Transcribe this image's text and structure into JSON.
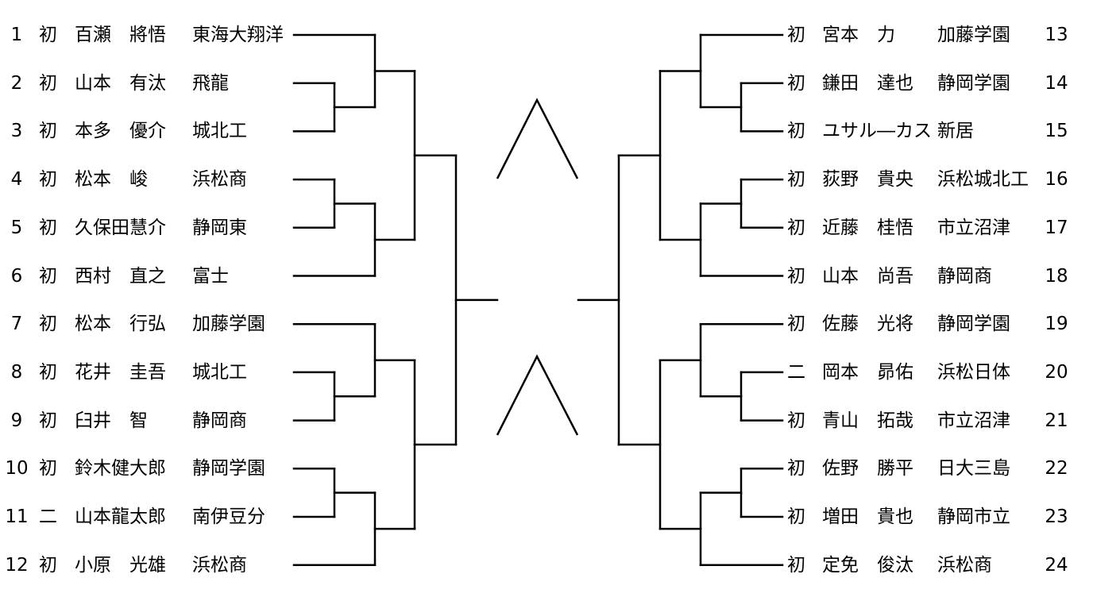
{
  "left": [
    {
      "no": "1",
      "rank": "初",
      "name": "百瀬　將悟",
      "school": "東海大翔洋"
    },
    {
      "no": "2",
      "rank": "初",
      "name": "山本　有汰",
      "school": "飛龍"
    },
    {
      "no": "3",
      "rank": "初",
      "name": "本多　優介",
      "school": "城北工"
    },
    {
      "no": "4",
      "rank": "初",
      "name": "松本　峻",
      "school": "浜松商"
    },
    {
      "no": "5",
      "rank": "初",
      "name": "久保田慧介",
      "school": "静岡東"
    },
    {
      "no": "6",
      "rank": "初",
      "name": "西村　直之",
      "school": "富士"
    },
    {
      "no": "7",
      "rank": "初",
      "name": "松本　行弘",
      "school": "加藤学園"
    },
    {
      "no": "8",
      "rank": "初",
      "name": "花井　圭吾",
      "school": "城北工"
    },
    {
      "no": "9",
      "rank": "初",
      "name": "臼井　智",
      "school": "静岡商"
    },
    {
      "no": "10",
      "rank": "初",
      "name": "鈴木健大郎",
      "school": "静岡学園"
    },
    {
      "no": "11",
      "rank": "二",
      "name": "山本龍太郎",
      "school": "南伊豆分"
    },
    {
      "no": "12",
      "rank": "初",
      "name": "小原　光雄",
      "school": "浜松商"
    }
  ],
  "right": [
    {
      "no": "13",
      "rank": "初",
      "name": "宮本　力",
      "school": "加藤学園"
    },
    {
      "no": "14",
      "rank": "初",
      "name": "鎌田　達也",
      "school": "静岡学園"
    },
    {
      "no": "15",
      "rank": "初",
      "name": "ユサル―カス",
      "school": "新居"
    },
    {
      "no": "16",
      "rank": "初",
      "name": "荻野　貴央",
      "school": "浜松城北工"
    },
    {
      "no": "17",
      "rank": "初",
      "name": "近藤　桂悟",
      "school": "市立沼津"
    },
    {
      "no": "18",
      "rank": "初",
      "name": "山本　尚吾",
      "school": "静岡商"
    },
    {
      "no": "19",
      "rank": "初",
      "name": "佐藤　光将",
      "school": "静岡学園"
    },
    {
      "no": "20",
      "rank": "二",
      "name": "岡本　昴佑",
      "school": "浜松日体"
    },
    {
      "no": "21",
      "rank": "初",
      "name": "青山　拓哉",
      "school": "市立沼津"
    },
    {
      "no": "22",
      "rank": "初",
      "name": "佐野　勝平",
      "school": "日大三島"
    },
    {
      "no": "23",
      "rank": "初",
      "name": "増田　貴也",
      "school": "静岡市立"
    },
    {
      "no": "24",
      "rank": "初",
      "name": "定免　俊汰",
      "school": "浜松商"
    }
  ]
}
